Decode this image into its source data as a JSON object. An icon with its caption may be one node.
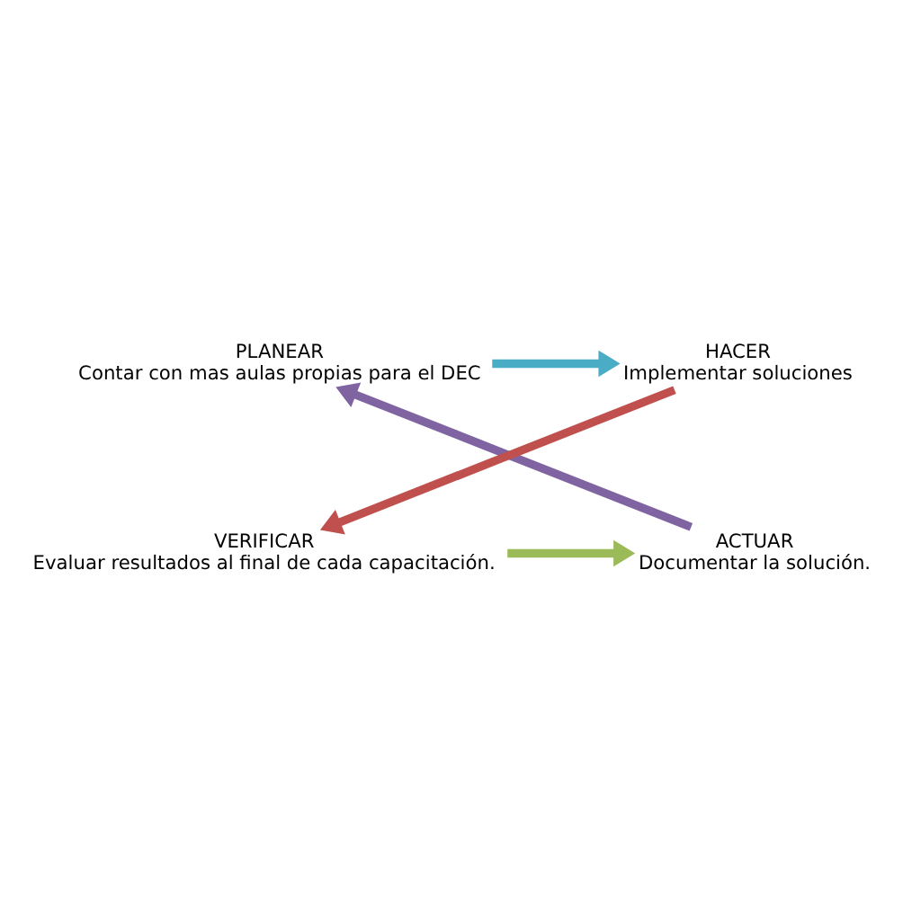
{
  "diagram": {
    "nodes": [
      {
        "text": [
          "PLANEAR",
          "Contar con mas aulas propias para el DEC"
        ]
      },
      {
        "text": [
          "HACER",
          "Implementar soluciones"
        ]
      },
      {
        "text": [
          "VERIFICAR",
          "Evaluar resultados al final de cada capacitación."
        ]
      },
      {
        "text": [
          "ACTUAR",
          "Documentar la solución."
        ]
      }
    ],
    "edges": [
      {
        "from": 0,
        "to": 1,
        "arrow": "to",
        "color": "#4bacc6"
      },
      {
        "from": 1,
        "to": 2,
        "arrow": "to",
        "color": "#c0504d"
      },
      {
        "from": 2,
        "to": 3,
        "arrow": "to",
        "color": "#9bbb59"
      },
      {
        "from": 3,
        "to": 0,
        "arrow": "to",
        "color": "#8064a2"
      }
    ]
  }
}
